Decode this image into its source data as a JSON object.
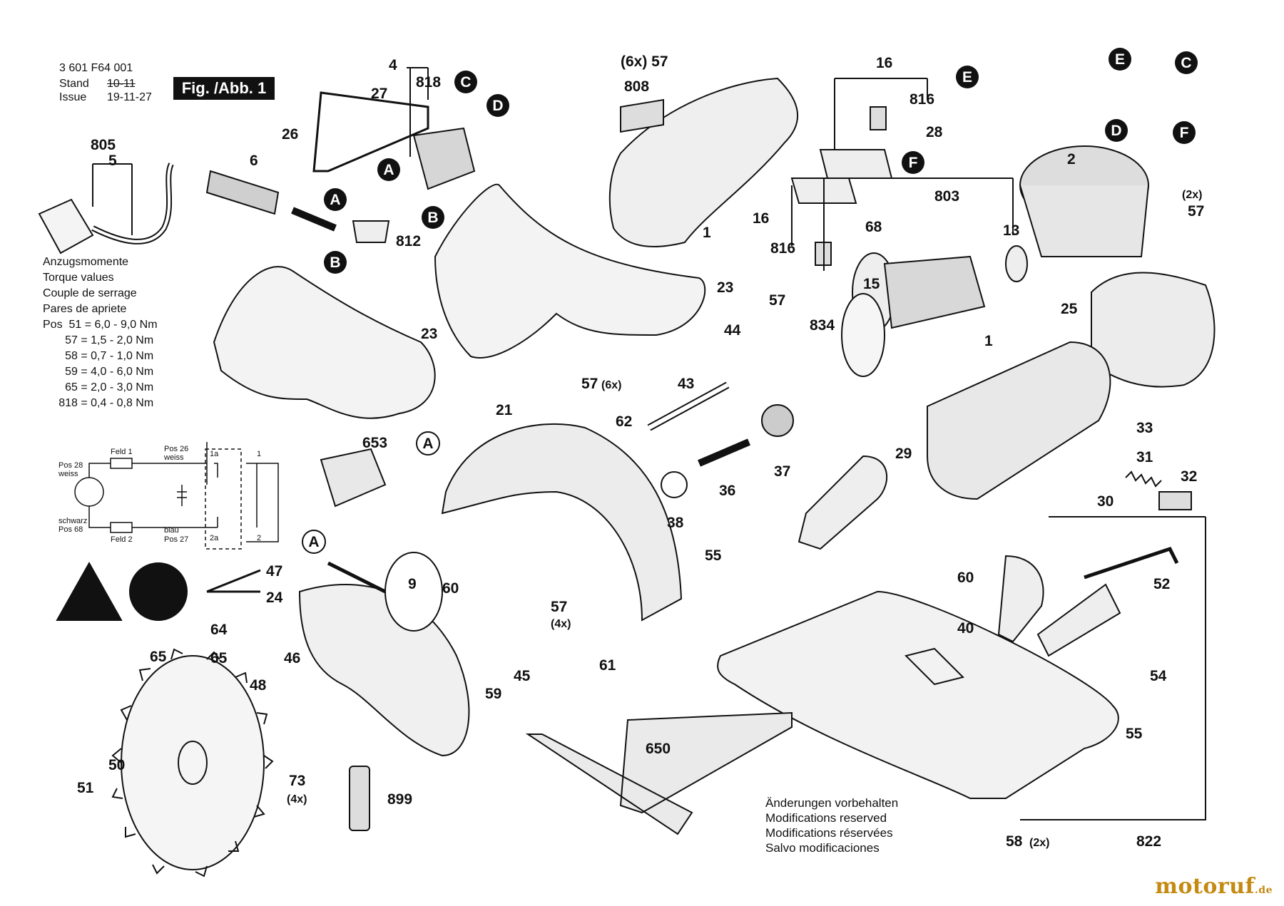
{
  "header": {
    "doc_number": "3 601 F64 001",
    "stand_label": "Stand",
    "issue_label": "Issue",
    "stand_date": "10-11",
    "issue_date": "19-11-27",
    "figure": "Fig. /Abb. 1"
  },
  "torque": {
    "lines": [
      "Anzugsmomente",
      "Torque values",
      "Couple de serrage",
      "Pares de apriete"
    ],
    "rows": [
      "Pos  51 = 6,0 - 9,0 Nm",
      "       57 = 1,5 - 2,0 Nm",
      "       58 = 0,7 - 1,0 Nm",
      "       59 = 4,0 - 6,0 Nm",
      "       65 = 2,0 - 3,0 Nm",
      "     818 = 0,4 - 0,8 Nm"
    ]
  },
  "wiring": {
    "feld1": "Feld 1",
    "feld2": "Feld 2",
    "pos26": "Pos 26",
    "weiss_top": "weiss",
    "pos28": "Pos 28",
    "weiss_left": "weiss",
    "schwarz": "schwarz",
    "pos68": "Pos 68",
    "blau": "blau",
    "pos27": "Pos 27",
    "t1a": "1a",
    "t1": "1",
    "t2a": "2a",
    "t2": "2"
  },
  "notes": [
    "Änderungen vorbehalten",
    "Modifications reserved",
    "Modifications réservées",
    "Salvo modificaciones"
  ],
  "watermark": {
    "name": "motoruf",
    "tld": ".de"
  },
  "parts": {
    "p4": "4",
    "p818": "818",
    "p27": "27",
    "p26": "26",
    "p805": "805",
    "p5": "5",
    "p6": "6",
    "p812": "812",
    "p23a": "23",
    "p23b": "23",
    "p57_6x_top": "(6x) 57",
    "p808": "808",
    "p1a": "1",
    "p16a": "16",
    "p816a": "816",
    "p28": "28",
    "p16b": "16",
    "p816b": "816",
    "p68": "68",
    "p803": "803",
    "p2": "2",
    "p2x_57": "(2x)",
    "p57r": "57",
    "p13": "13",
    "p15": "15",
    "p25": "25",
    "p57m": "57",
    "p834": "834",
    "p44": "44",
    "p43": "43",
    "p57_6x_bot": "57",
    "p6x": "(6x)",
    "p1b": "1",
    "p33": "33",
    "p653": "653",
    "p21": "21",
    "p62": "62",
    "p37": "37",
    "p36": "36",
    "p38": "38",
    "p29": "29",
    "p31": "31",
    "p32": "32",
    "p30": "30",
    "p47": "47",
    "p24": "24",
    "p9": "9",
    "p60a": "60",
    "p55a": "55",
    "p60b": "60",
    "p52": "52",
    "p64": "64",
    "p65a": "65",
    "p46": "46",
    "p57b": "57",
    "p4x_a": "(4x)",
    "p40": "40",
    "p54": "54",
    "p65b": "65",
    "p48": "48",
    "p61": "61",
    "p59": "59",
    "p45": "45",
    "p50": "50",
    "p73": "73",
    "p4x_b": "(4x)",
    "p650": "650",
    "p55b": "55",
    "p899": "899",
    "p51": "51",
    "p58": "58",
    "p2x_58": "(2x)",
    "p822": "822"
  },
  "callouts": {
    "A": "A",
    "B": "B",
    "C": "C",
    "D": "D",
    "E": "E",
    "F": "F"
  }
}
